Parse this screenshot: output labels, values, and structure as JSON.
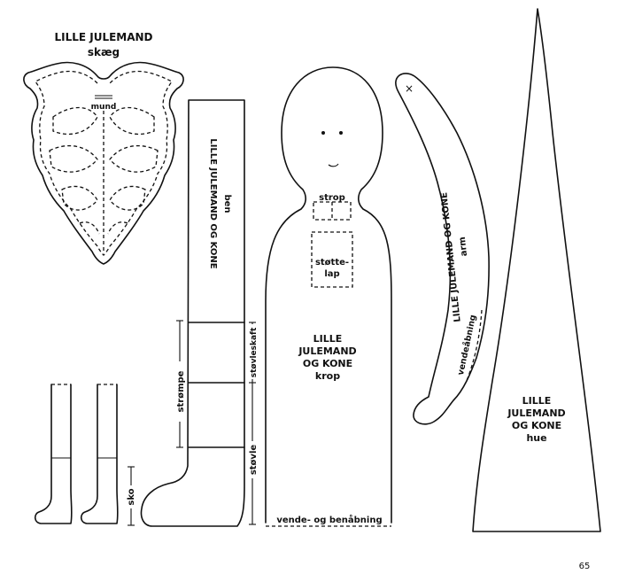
{
  "beard": {
    "title_line1": "LILLE JULEMAND",
    "title_line2": "skæg",
    "mouth_label": "mund"
  },
  "leg": {
    "vertical_label": "LILLE JULEMAND OG KONE",
    "vertical_sub": "ben",
    "label_stroempe": "strømpe",
    "label_stoevleskaft": "støvleskaft",
    "label_stoevle": "støvle",
    "label_sko": "sko"
  },
  "body": {
    "title_line1": "LILLE",
    "title_line2": "JULEMAND",
    "title_line3": "OG KONE",
    "title_line4": "krop",
    "strop_label": "strop",
    "stoette_line1": "støtte-",
    "stoette_line2": "lap",
    "opening_label": "vende- og benåbning"
  },
  "arm": {
    "vertical_label": "LILLE JULEMAND OG KONE",
    "vertical_sub": "arm",
    "opening_label": "vendeåbning",
    "mark": "×"
  },
  "hat": {
    "title_line1": "LILLE",
    "title_line2": "JULEMAND",
    "title_line3": "OG KONE",
    "title_line4": "hue"
  },
  "page_number": "65"
}
